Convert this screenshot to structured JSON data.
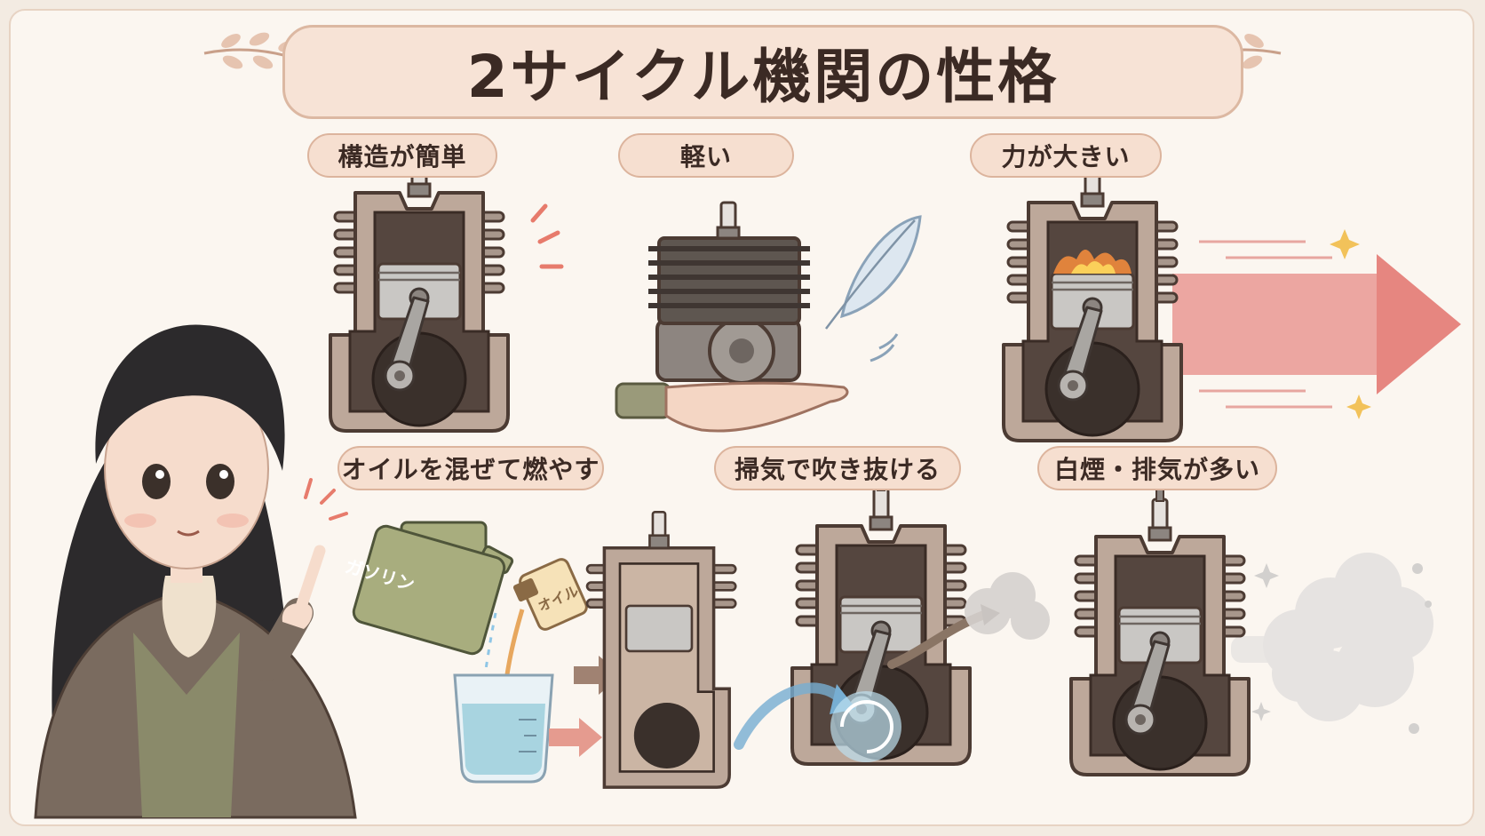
{
  "title": "2サイクル機関の性格",
  "features": [
    {
      "label": "構造が簡単"
    },
    {
      "label": "軽い"
    },
    {
      "label": "力が大きい"
    },
    {
      "label": "オイルを混ぜて燃やす"
    },
    {
      "label": "掃気で吹き抜ける"
    },
    {
      "label": "白煙・排気が多い"
    }
  ],
  "can_labels": {
    "gasoline": "ガソリン",
    "oil": "オイル"
  },
  "colors": {
    "background": "#fbf6f0",
    "banner": "#f7e3d6",
    "pill": "#f6dfd0",
    "engine_body": "#bda89a",
    "engine_outline": "#4c3b33",
    "power_arrow": "#e2726c",
    "scavenge_flow": "#77aed2",
    "smoke": "#e6e3e1"
  },
  "icons": [
    "leaf-branch-icon",
    "spark-plug-icon",
    "feather-icon",
    "hand-icon",
    "flame-icon",
    "arrow-right-icon",
    "sparkle-icon",
    "fuel-can-icon",
    "oil-bottle-icon",
    "beaker-icon",
    "swirl-icon",
    "smoke-cloud-icon"
  ]
}
